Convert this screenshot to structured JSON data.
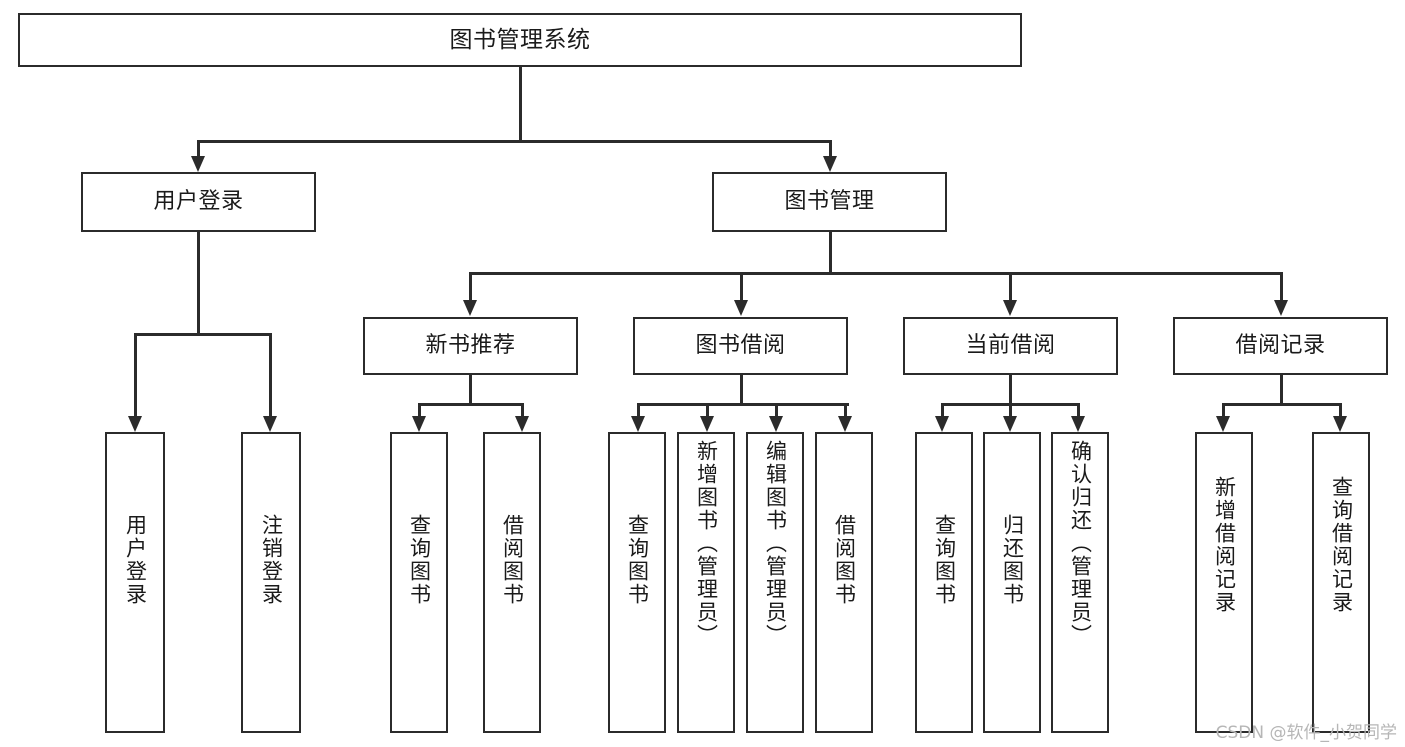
{
  "diagram": {
    "type": "tree",
    "title": "图书管理系统",
    "root": {
      "label": "图书管理系统"
    },
    "level2": [
      {
        "id": "user-login",
        "label": "用户登录"
      },
      {
        "id": "book-management",
        "label": "图书管理"
      }
    ],
    "level3": [
      {
        "id": "new-book-recommend",
        "label": "新书推荐",
        "parent": "book-management"
      },
      {
        "id": "book-borrow",
        "label": "图书借阅",
        "parent": "book-management"
      },
      {
        "id": "current-borrow",
        "label": "当前借阅",
        "parent": "book-management"
      },
      {
        "id": "borrow-record",
        "label": "借阅记录",
        "parent": "book-management"
      }
    ],
    "leaves": [
      {
        "id": "leaf-user-login",
        "label": "用户登录",
        "parent": "user-login"
      },
      {
        "id": "leaf-user-logout",
        "label": "注销登录",
        "parent": "user-login"
      },
      {
        "id": "leaf-query-book-1",
        "label": "查询图书",
        "parent": "new-book-recommend"
      },
      {
        "id": "leaf-borrow-book-1",
        "label": "借阅图书",
        "parent": "new-book-recommend"
      },
      {
        "id": "leaf-query-book-2",
        "label": "查询图书",
        "parent": "book-borrow"
      },
      {
        "id": "leaf-add-book",
        "label": "新增图书（管理员）",
        "parent": "book-borrow"
      },
      {
        "id": "leaf-edit-book",
        "label": "编辑图书（管理员）",
        "parent": "book-borrow"
      },
      {
        "id": "leaf-borrow-book-2",
        "label": "借阅图书",
        "parent": "book-borrow"
      },
      {
        "id": "leaf-query-book-3",
        "label": "查询图书",
        "parent": "current-borrow"
      },
      {
        "id": "leaf-return-book",
        "label": "归还图书",
        "parent": "current-borrow"
      },
      {
        "id": "leaf-confirm-return",
        "label": "确认归还（管理员）",
        "parent": "current-borrow"
      },
      {
        "id": "leaf-add-record",
        "label": "新增借阅记录",
        "parent": "borrow-record"
      },
      {
        "id": "leaf-query-record",
        "label": "查询借阅记录",
        "parent": "borrow-record"
      }
    ]
  },
  "watermark": {
    "text": "CSDN @软件_小贺同学"
  },
  "colors": {
    "stroke": "#2b2b2b",
    "fill": "#ffffff",
    "text": "#1a1a1a",
    "watermark": "#b6b6b6"
  }
}
